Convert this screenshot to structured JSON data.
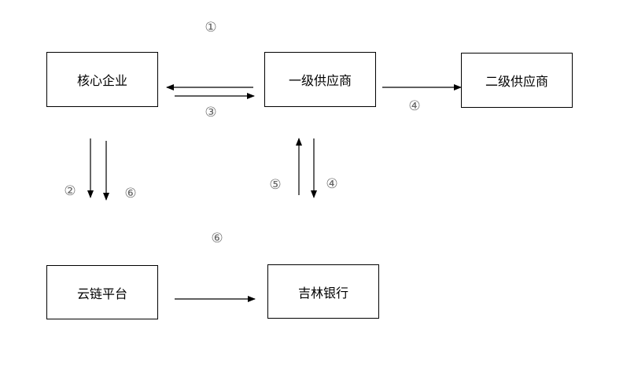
{
  "nodes": {
    "core_enterprise": "核心企业",
    "tier1_supplier": "一级供应商",
    "tier2_supplier": "二级供应商",
    "cloud_chain_platform": "云链平台",
    "jilin_bank": "吉林银行"
  },
  "steps": {
    "s1": "①",
    "s2": "②",
    "s3": "③",
    "s4_right": "④",
    "s4_down": "④",
    "s5": "⑤",
    "s6_down": "⑥",
    "s6_right": "⑥"
  }
}
